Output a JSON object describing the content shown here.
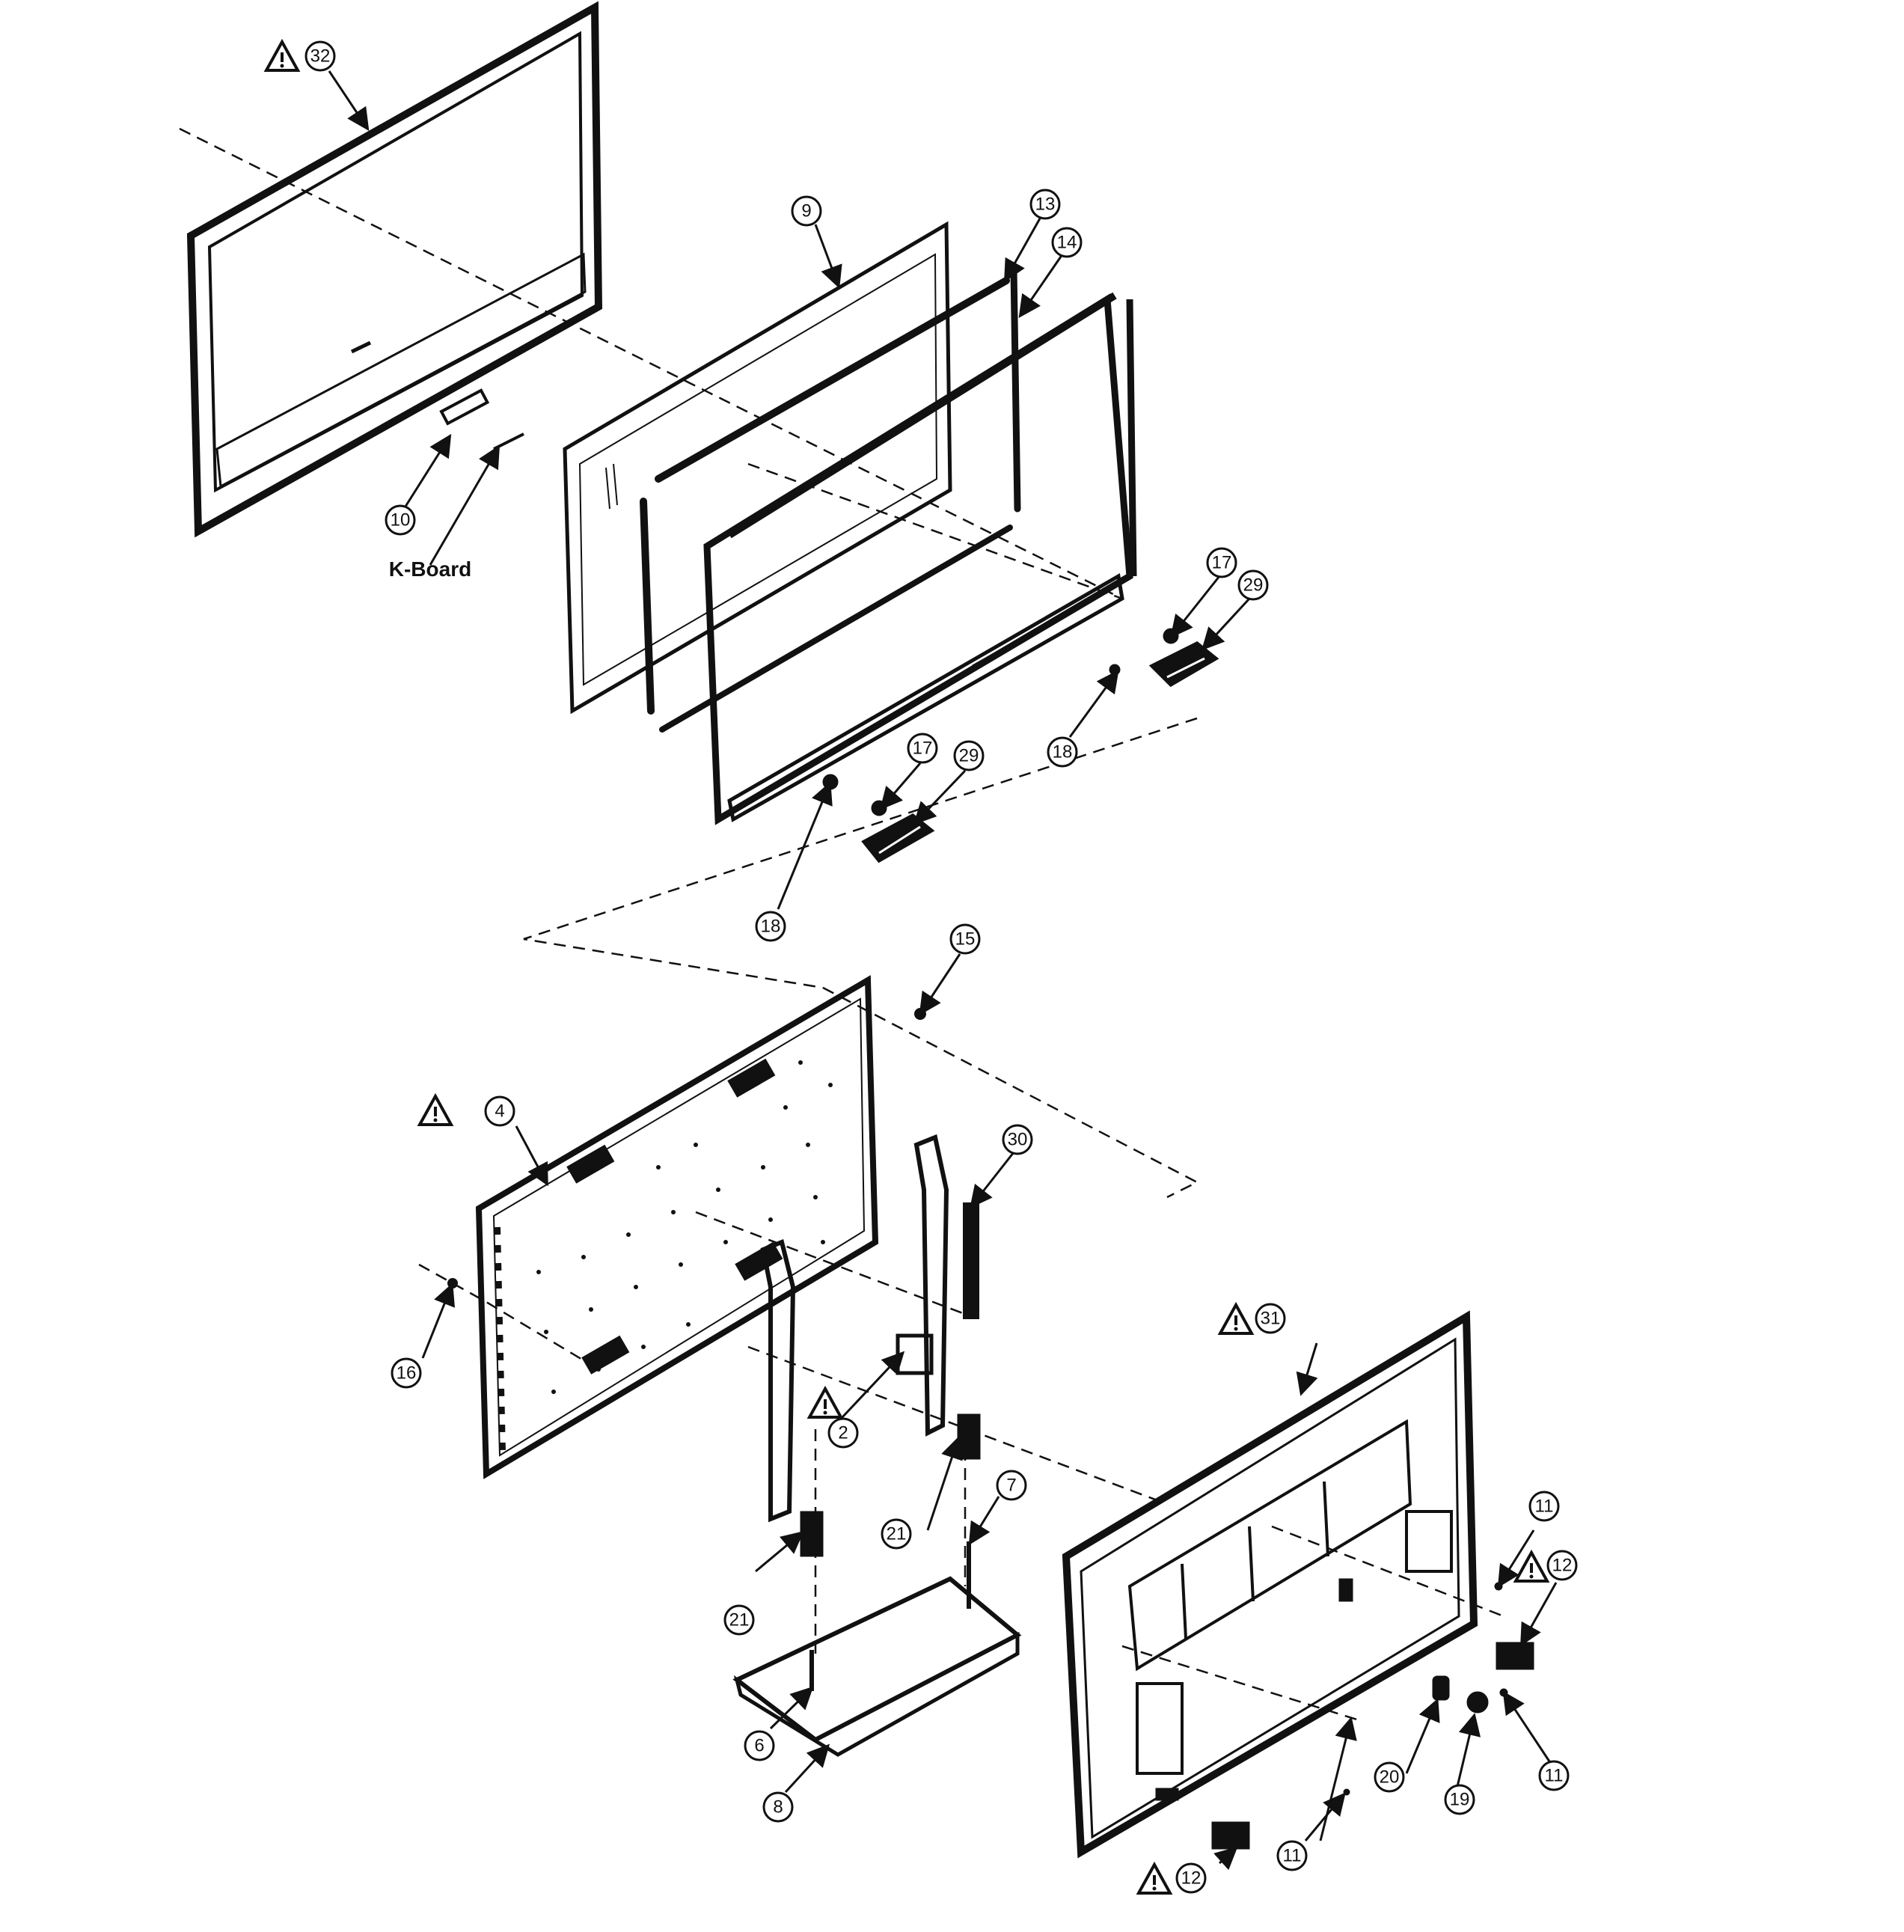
{
  "diagram": {
    "type": "exploded-parts-view",
    "colors": {
      "ink": "#111111",
      "paper": "#ffffff"
    },
    "callouts": {
      "c32": "32",
      "c9": "9",
      "c13": "13",
      "c14": "14",
      "c10": "10",
      "c17a": "17",
      "c29a": "29",
      "c18a": "18",
      "c17b": "17",
      "c29b": "29",
      "c18b": "18",
      "c15": "15",
      "c4": "4",
      "c30": "30",
      "c16": "16",
      "c2": "2",
      "c31": "31",
      "c11a": "11",
      "c12a": "12",
      "c21a": "21",
      "c7": "7",
      "c21b": "21",
      "c6": "6",
      "c8": "8",
      "c20": "20",
      "c19": "19",
      "c11b": "11",
      "c11c": "11",
      "c12b": "12"
    },
    "text_labels": {
      "kboard": "K-Board"
    },
    "warning_icon": "caution-triangle-icon"
  }
}
